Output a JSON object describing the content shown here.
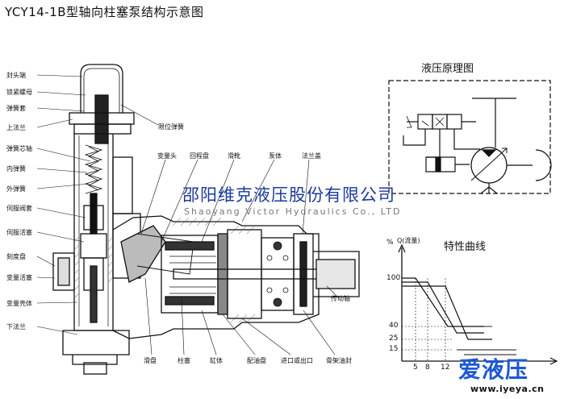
{
  "title": "YCY14-1B型轴向柱塞泵结构示意图",
  "left_labels": [
    "封头端",
    "锁紧螺母",
    "弹簧套",
    "上法兰",
    "弹簧芯轴",
    "内弹簧",
    "外弹簧",
    "伺服阀套",
    "伺服活塞",
    "刻度盘",
    "变量活塞",
    "变量壳体",
    "下法兰"
  ],
  "top_labels": {
    "limit_spring": "限位弹簧",
    "var_head": "变量头",
    "return_plate": "回程盘",
    "shoe": "滑靴",
    "pump_body": "泵体",
    "flange_cover": "法兰盖"
  },
  "bottom_labels": {
    "swashplate": "滑盘",
    "plunger": "柱塞",
    "cylinder": "缸体",
    "valve_plate": "配油盘",
    "port": "进口或出口",
    "shaft_seal": "骨架油封",
    "drive_shaft": "传动轴"
  },
  "schematic": {
    "title": "液压原理图"
  },
  "characteristic": {
    "title": "特性曲线",
    "y_axis_label": "Q(流量)",
    "y_unit": "%",
    "y_ticks": [
      "100",
      "40",
      "25",
      "15"
    ],
    "x_ticks": [
      "5",
      "8",
      "12"
    ]
  },
  "company": {
    "name_cn": "邵阳维克液压股份有限公司",
    "name_en": "Shaoyang Victor Hydraulics Co., LTD"
  },
  "watermark": {
    "brand": "爱液压",
    "url": "www.iyeya.cn"
  }
}
